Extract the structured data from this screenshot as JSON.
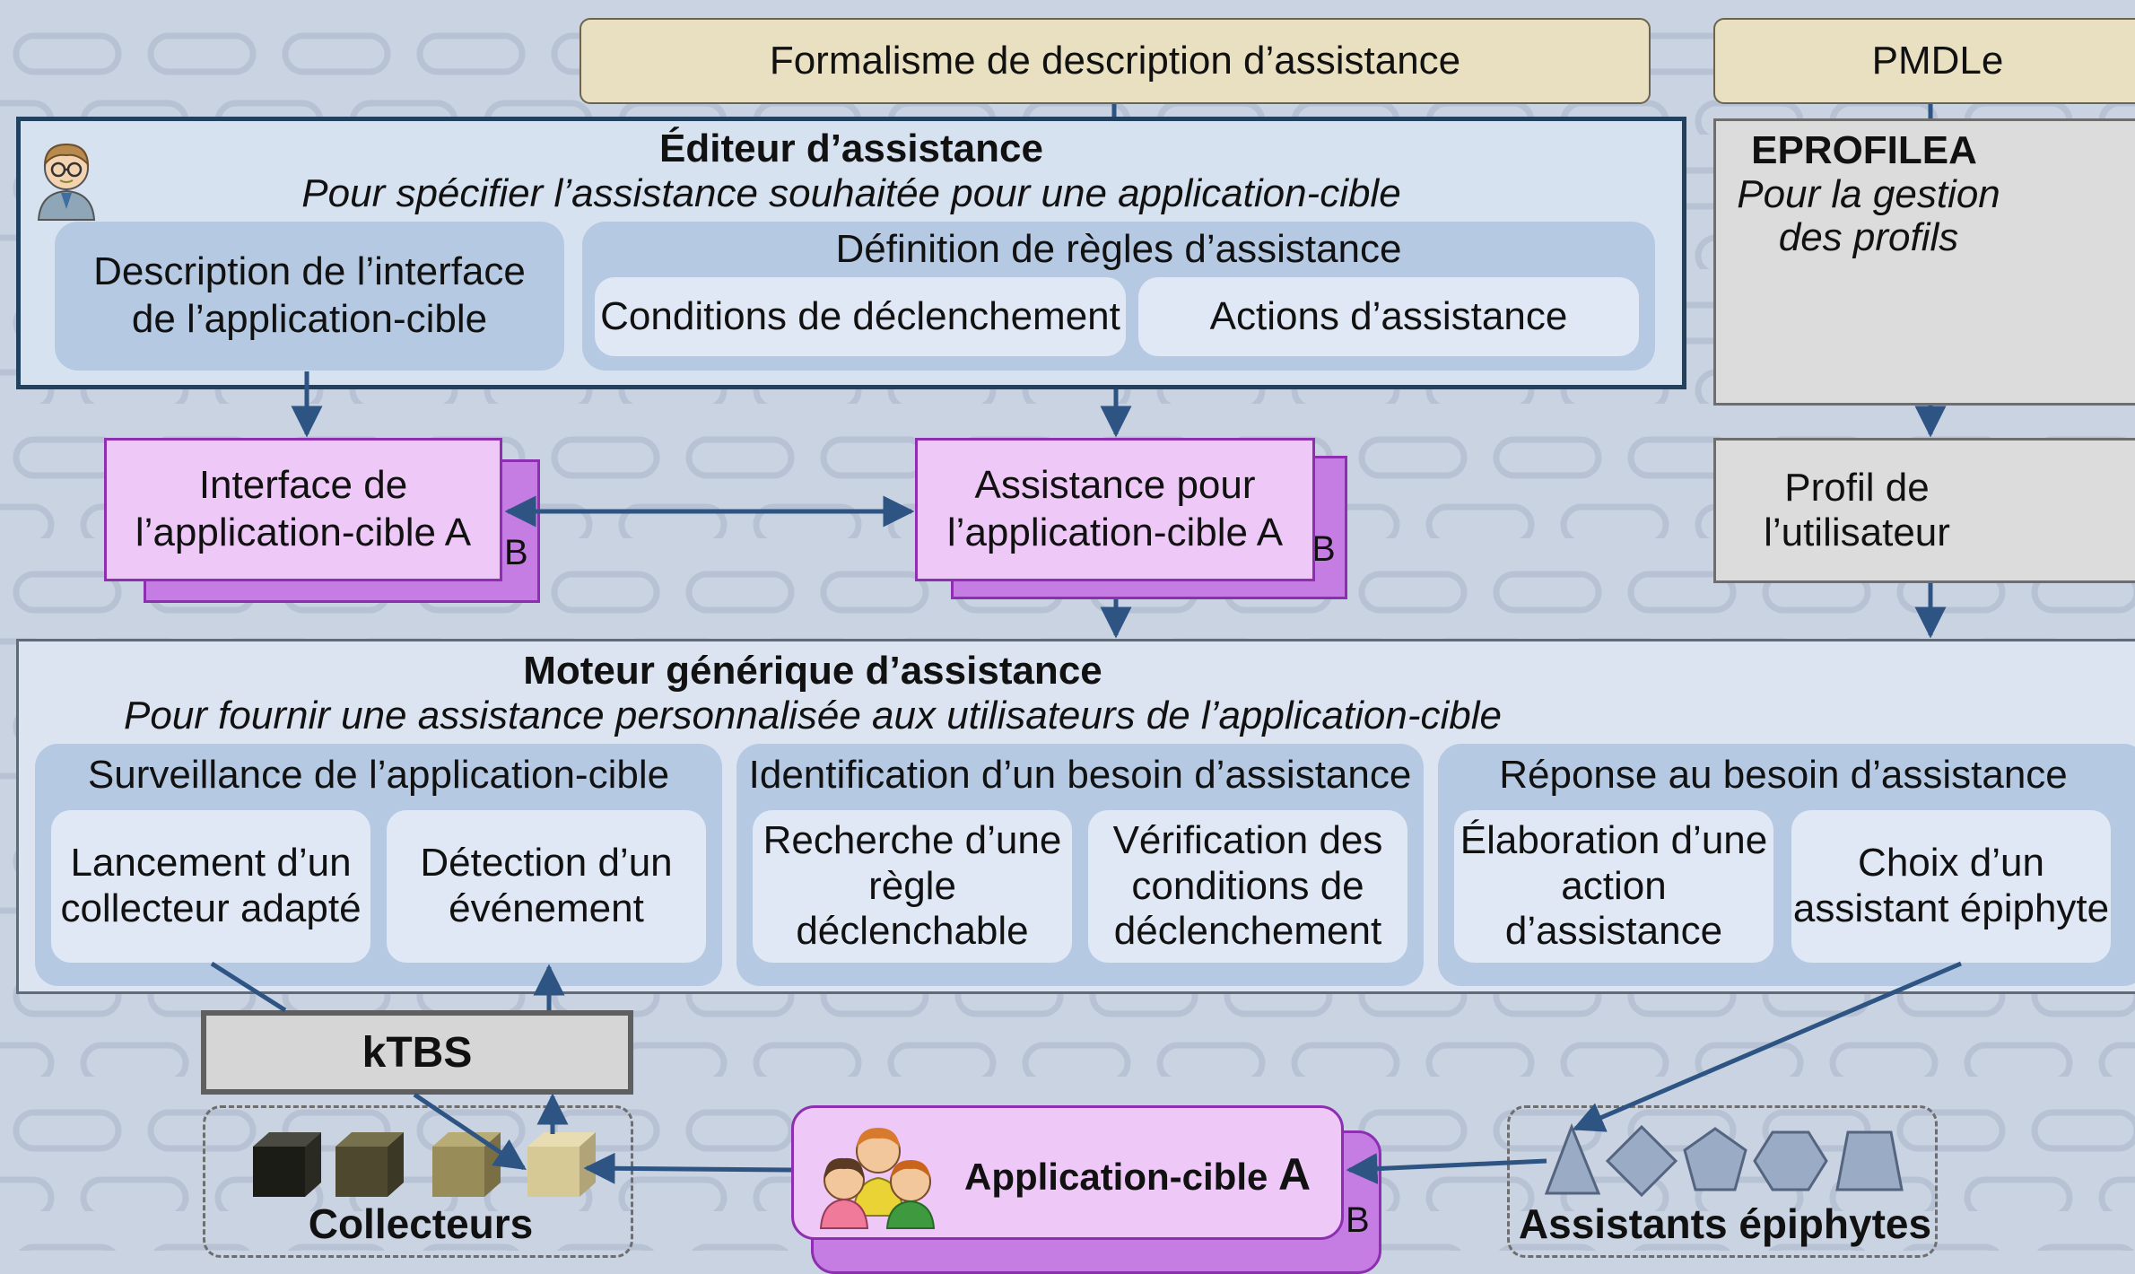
{
  "formalism_label": "Formalisme de description d’assistance",
  "pmdle_label": "PMDLe",
  "editor": {
    "title": "Éditeur d’assistance",
    "subtitle": "Pour spécifier l’assistance souhaitée pour une application-cible",
    "interface_panel": "Description de l’interface de l’application-cible",
    "rules_panel": {
      "title": "Définition de règles d’assistance",
      "conditions": "Conditions de déclenchement",
      "actions": "Actions d’assistance"
    }
  },
  "eprofilea": {
    "title": "EPROFILEA",
    "subtitle": "Pour la gestion des profils"
  },
  "docs": {
    "interface_doc": {
      "label": "Interface de l’application-cible A",
      "badge": "B"
    },
    "assistance_doc": {
      "label": "Assistance pour l’application-cible A",
      "badge": "B"
    },
    "user_profile": "Profil de l’utilisateur"
  },
  "engine": {
    "title": "Moteur générique d’assistance",
    "subtitle": "Pour fournir une assistance personnalisée aux utilisateurs de l’application-cible",
    "surveillance": {
      "title": "Surveillance de l’application-cible",
      "items": [
        "Lancement d’un collecteur adapté",
        "Détection d’un événement"
      ]
    },
    "identification": {
      "title": "Identification d’un besoin d’assistance",
      "items": [
        "Recherche d’une règle déclenchable",
        "Vérification des conditions de déclenchement"
      ]
    },
    "response": {
      "title": "Réponse au besoin d’assistance",
      "items": [
        "Élaboration d’une action d’assistance",
        "Choix d’un assistant épiphyte"
      ]
    }
  },
  "ktbs_label": "kTBS",
  "collectors_label": "Collecteurs",
  "app_label": "Application-cible",
  "app_letter": "A",
  "app_badge": "B",
  "assistants_label": "Assistants épiphytes",
  "colors": {
    "arrow": "#2e5484",
    "editor_border": "#22415f",
    "doc_fill": "#eec8f7",
    "doc_border": "#8d2fb0"
  }
}
